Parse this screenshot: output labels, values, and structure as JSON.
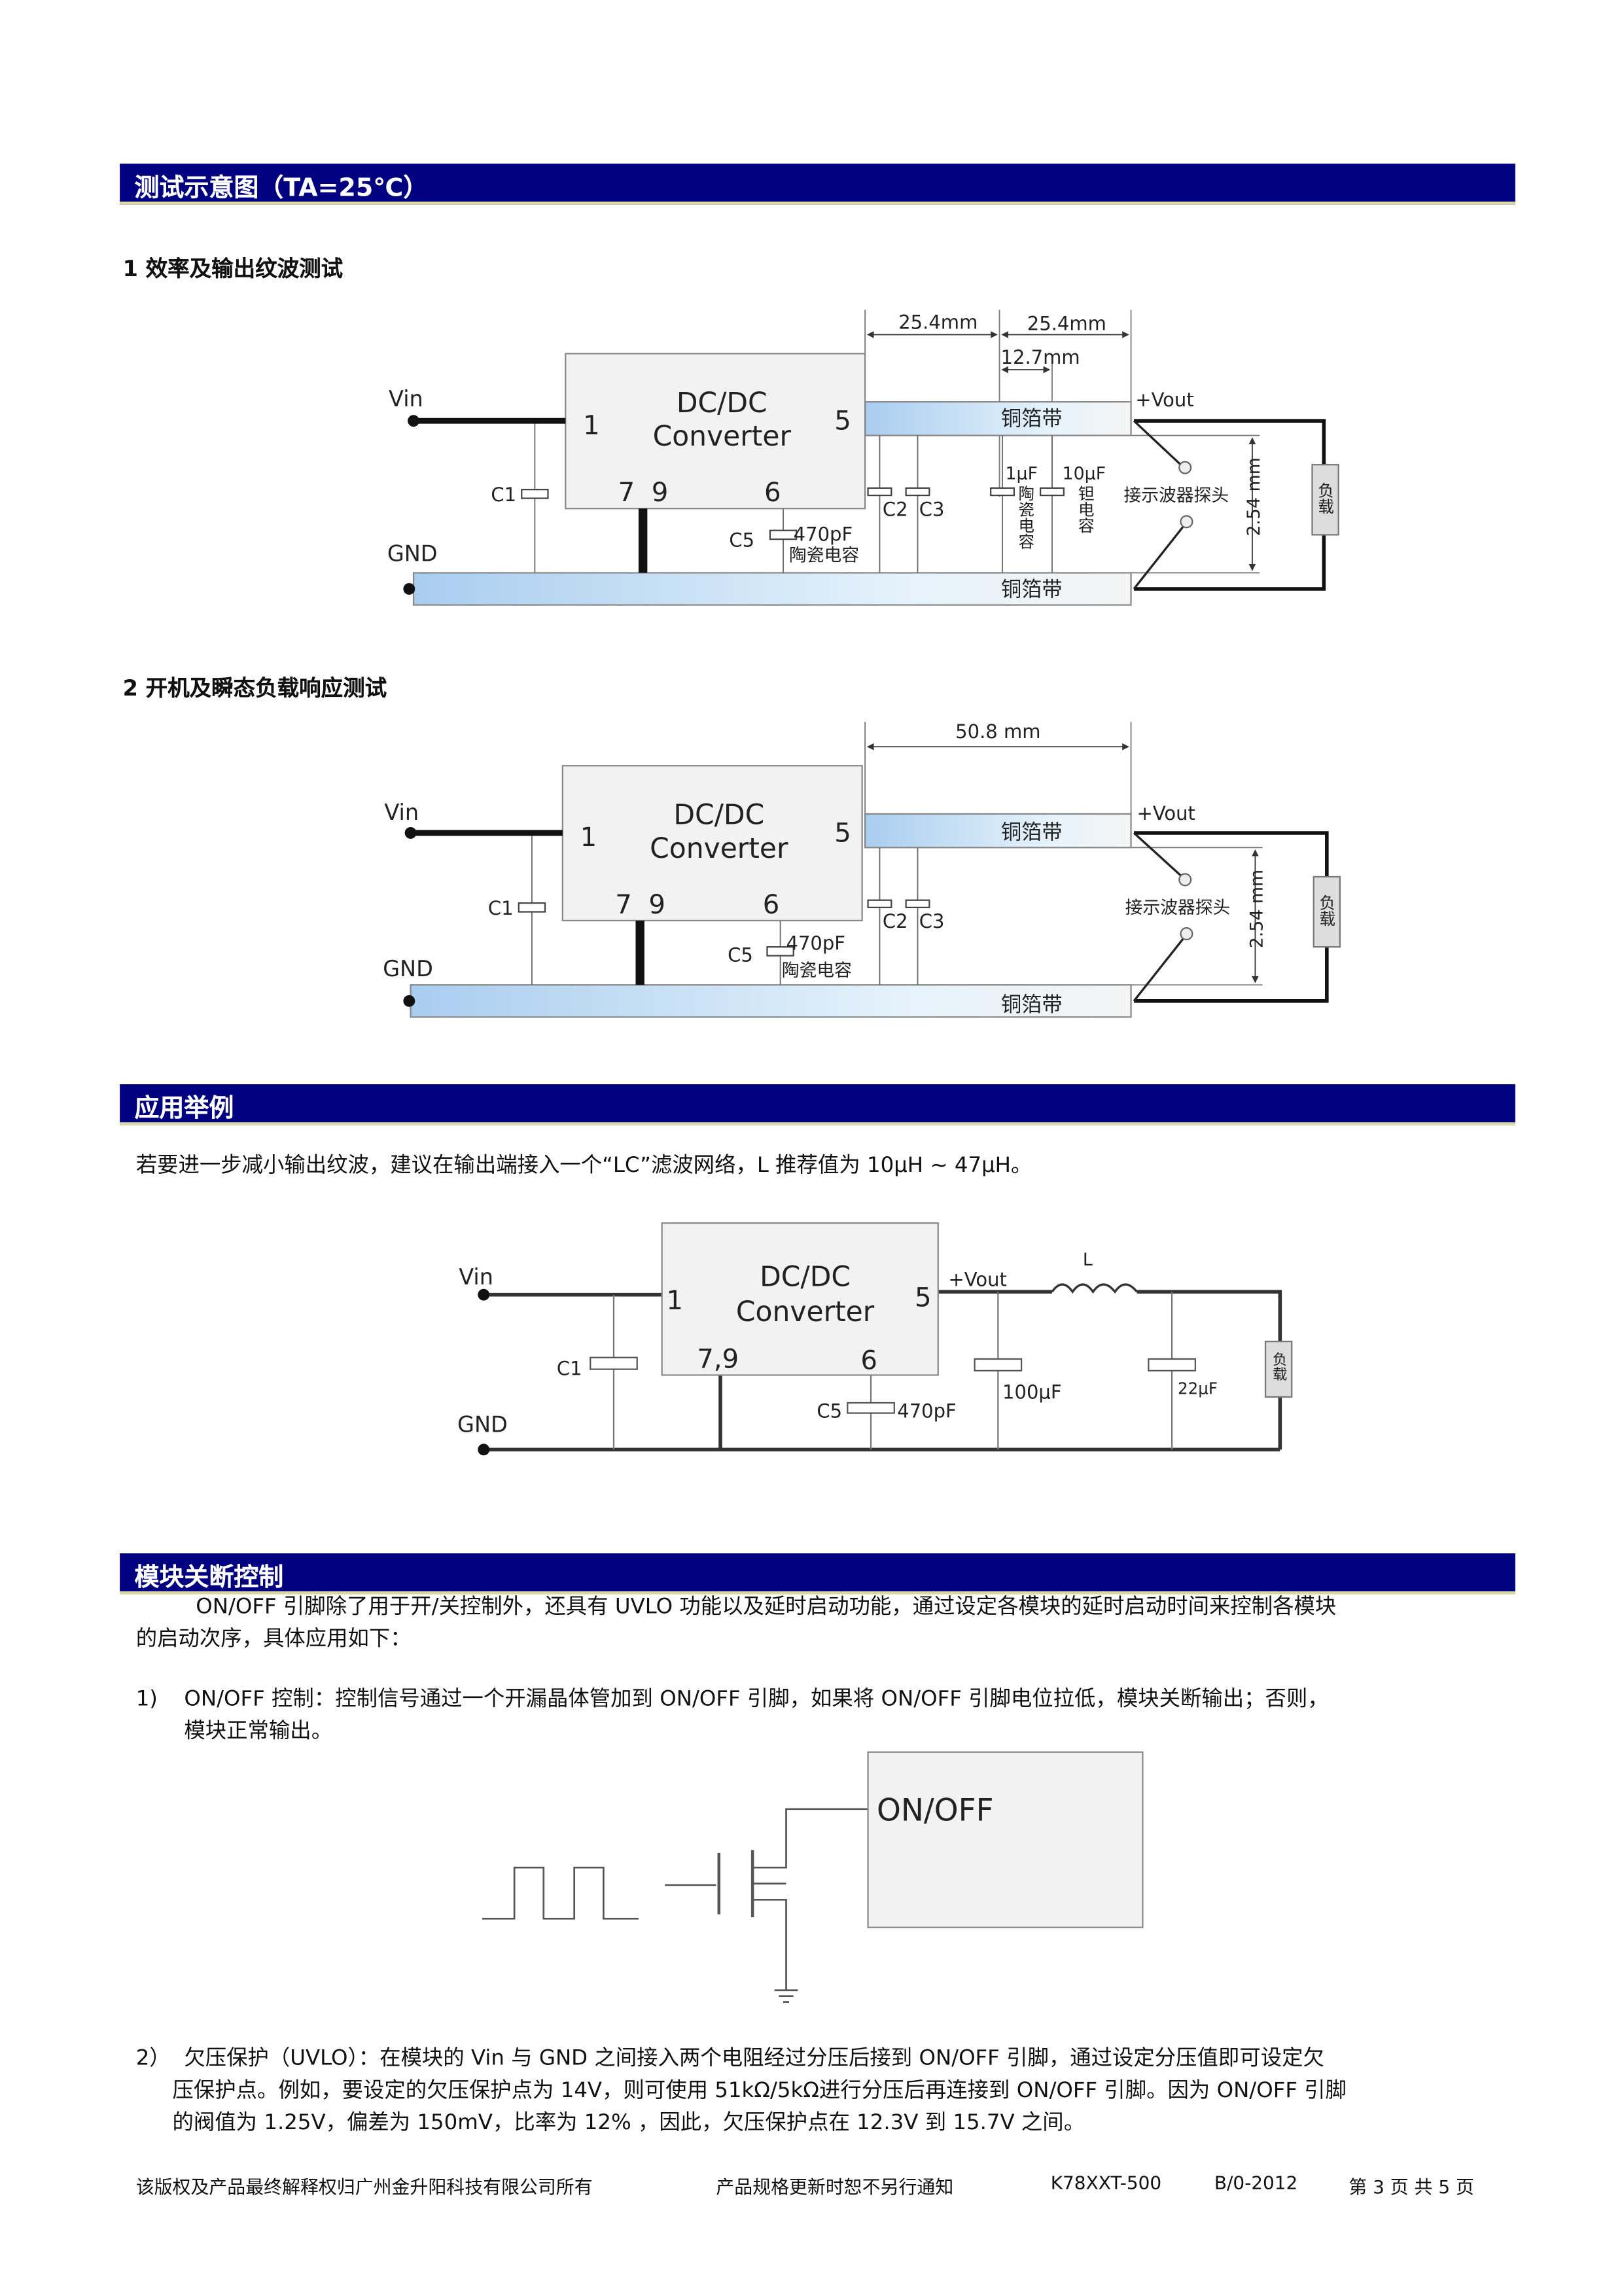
{
  "sections": {
    "test": {
      "title": "测试示意图（TA=25℃）",
      "sub1": "1   效率及输出纹波测试",
      "sub2": "2   开机及瞬态负载响应测试"
    },
    "app": {
      "title": "应用举例",
      "text": "若要进一步减小输出纹波，建议在输出端接入一个“LC”滤波网络，L 推荐值为 10μH ~ 47μH。"
    },
    "onoff": {
      "title": "模块关断控制",
      "intro1": "ON/OFF 引脚除了用于开/关控制外，还具有 UVLO 功能以及延时启动功能，通过设定各模块的延时启动时间来控制各模块",
      "intro2": "的启动次序，具体应用如下：",
      "item1_num": "1)",
      "item1_l1": "ON/OFF 控制：控制信号通过一个开漏晶体管加到 ON/OFF  引脚，如果将 ON/OFF 引脚电位拉低，模块关断输出；否则，",
      "item1_l2": "模块正常输出。",
      "item2_num": "2）",
      "item2_l1": "欠压保护（UVLO）：在模块的 Vin  与  GND  之间接入两个电阻经过分压后接到 ON/OFF  引脚，通过设定分压值即可设定欠",
      "item2_l2": "压保护点。例如，要设定的欠压保护点为 14V，则可使用 51kΩ/5kΩ进行分压后再连接到 ON/OFF  引脚。因为 ON/OFF  引脚",
      "item2_l3": "的阀值为 1.25V，偏差为 150mV，比率为 12% ，因此，欠压保护点在 12.3V 到 15.7V 之间。"
    }
  },
  "diagram1": {
    "dim_a": "25.4mm",
    "dim_b": "25.4mm",
    "dim_c": "12.7mm",
    "dim_v": "2.54 mm",
    "box_l1": "DC/DC",
    "box_l2": "Converter",
    "pin1": "1",
    "pin5": "5",
    "pin79": "7  9",
    "pin6": "6",
    "vin": "Vin",
    "gnd": "GND",
    "vout": "+Vout",
    "copper": "铜箔带",
    "c1": "C1",
    "c2": "C2",
    "c3": "C3",
    "c5": "C5",
    "c5_val": "470pF",
    "c5_type": "陶瓷电容",
    "cap1_val": "1μF",
    "cap1_type": "陶瓷电容",
    "cap2_val": "10μF",
    "cap2_type": "钽电容",
    "probe": "接示波器探头",
    "load": "负载"
  },
  "diagram2": {
    "dim_a": "50.8 mm",
    "dim_v": "2.54 mm",
    "box_l1": "DC/DC",
    "box_l2": "Converter",
    "pin1": "1",
    "pin5": "5",
    "pin79": "7  9",
    "pin6": "6",
    "vin": "Vin",
    "gnd": "GND",
    "vout": "+Vout",
    "copper": "铜箔带",
    "c1": "C1",
    "c2": "C2",
    "c3": "C3",
    "c5": "C5",
    "c5_val": "470pF",
    "c5_type": "陶瓷电容",
    "probe": "接示波器探头",
    "load": "负载"
  },
  "diagram3": {
    "vin": "Vin",
    "gnd": "GND",
    "box_l1": "DC/DC",
    "box_l2": "Converter",
    "pin1": "1",
    "pin5": "5",
    "pin79": "7,9",
    "pin6": "6",
    "vout": "+Vout",
    "l": "L",
    "c1": "C1",
    "c5": "C5",
    "c5_val": "470pF",
    "cap_a": "100μF",
    "cap_b": "22μF",
    "load": "负载"
  },
  "diagram4": {
    "box": "ON/OFF"
  },
  "footer": {
    "copyright": "该版权及产品最终解释权归广州金升阳科技有限公司所有",
    "notice": "产品规格更新时恕不另行通知",
    "model": "K78XXT-500",
    "rev": "B/0-2012",
    "page": "第 3 页 共 5 页"
  },
  "colors": {
    "header": "#000080",
    "copper_a": "#a9cdef",
    "copper_b": "#eaf4fb"
  }
}
